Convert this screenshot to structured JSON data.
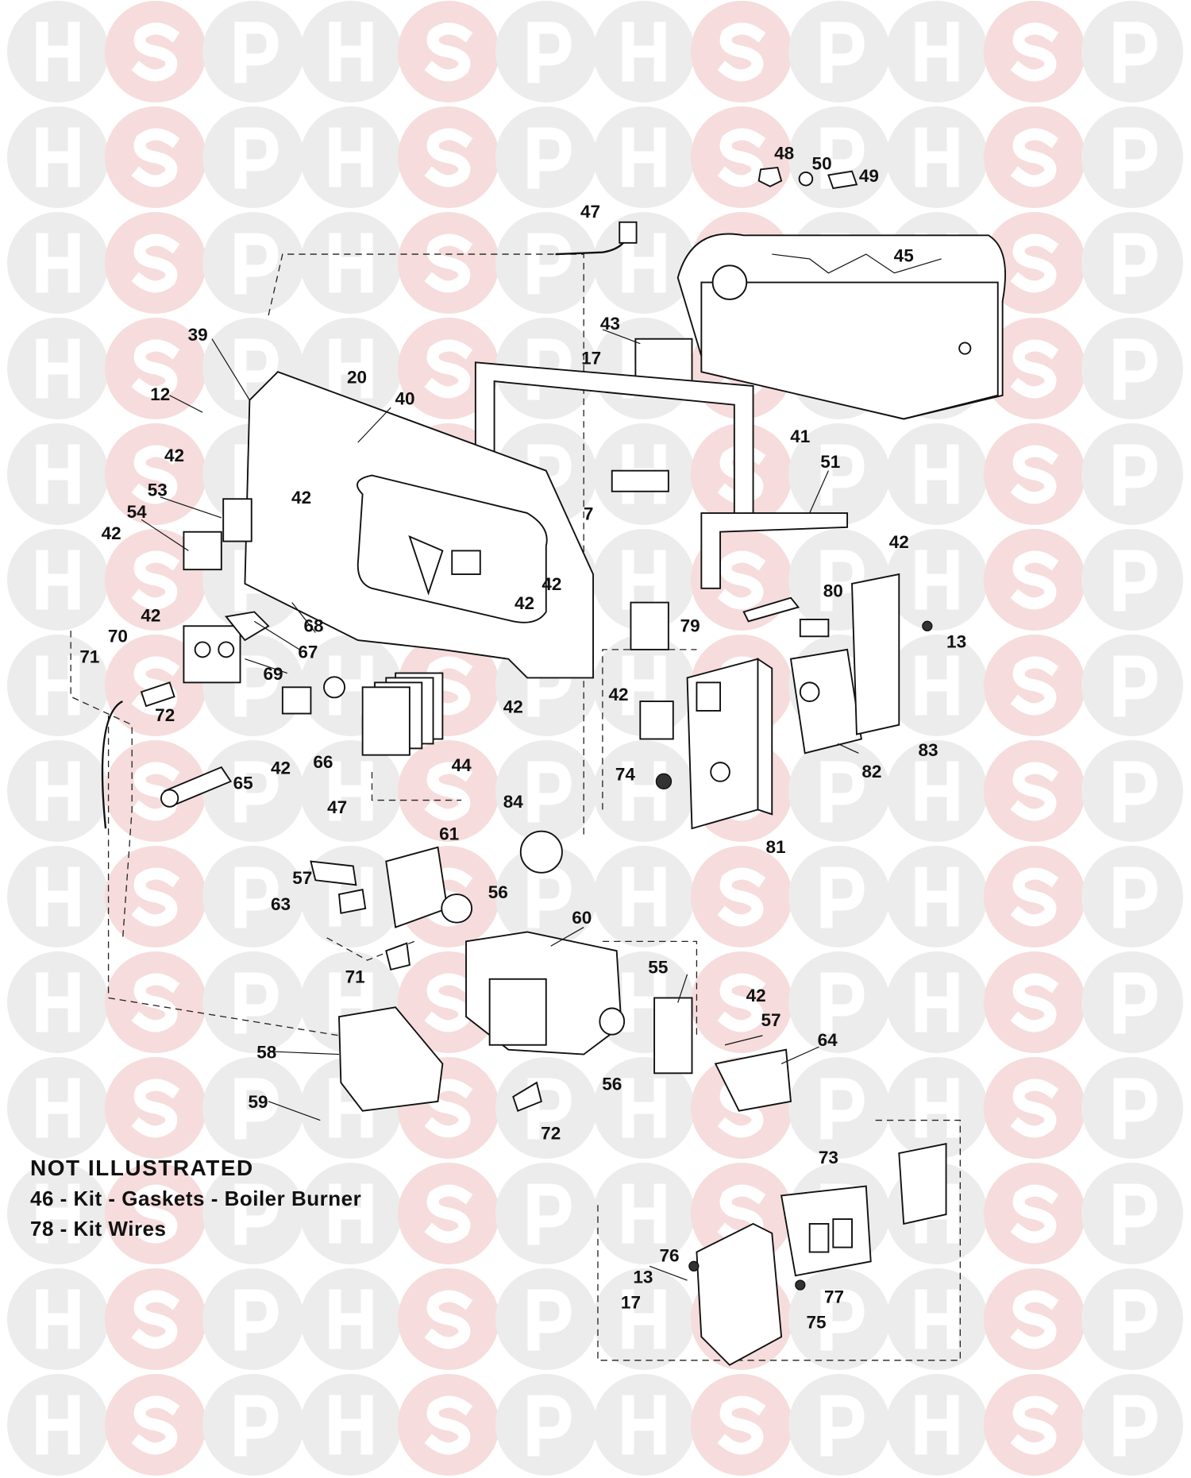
{
  "watermark": {
    "letters": [
      "H",
      "S",
      "P"
    ],
    "colors": [
      "#ececec",
      "#f6dcdc",
      "#ececec"
    ],
    "letter_color": "#ffffff"
  },
  "labels": [
    "48",
    "50",
    "49",
    "47",
    "45",
    "43",
    "17",
    "39",
    "20",
    "40",
    "12",
    "41",
    "51",
    "42",
    "53",
    "42",
    "7",
    "54",
    "42",
    "42",
    "42",
    "42",
    "42",
    "13",
    "80",
    "70",
    "68",
    "79",
    "71",
    "67",
    "69",
    "72",
    "42",
    "74",
    "42",
    "82",
    "83",
    "65",
    "42",
    "66",
    "44",
    "84",
    "47",
    "61",
    "81",
    "57",
    "56",
    "63",
    "60",
    "55",
    "42",
    "71",
    "57",
    "64",
    "58",
    "56",
    "59",
    "72",
    "73",
    "76",
    "13",
    "77",
    "17",
    "75"
  ],
  "notes": {
    "heading": "NOT ILLUSTRATED",
    "items": [
      "46 - Kit - Gaskets - Boiler Burner",
      "78 - Kit  Wires"
    ]
  }
}
